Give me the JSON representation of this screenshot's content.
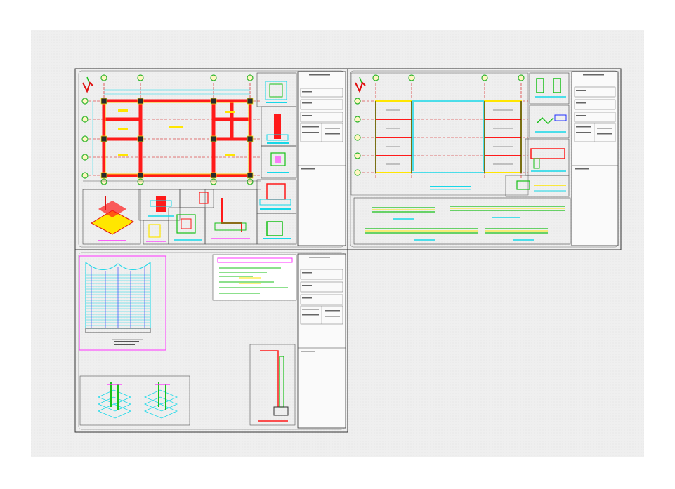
{
  "sheets": [
    {
      "id": "sheet-1",
      "title": "",
      "stamp_rows": 6
    },
    {
      "id": "sheet-2",
      "title": "",
      "stamp_rows": 6
    },
    {
      "id": "sheet-3",
      "title": "",
      "stamp_rows": 6
    }
  ],
  "colors": {
    "paper_outer": "#ececec",
    "paper_inner": "#f4f4f4",
    "frame": "#3a3a3a",
    "columns": "#ff1a1a",
    "grid_axis": "#d40000",
    "grid_bubble": "#2db52d",
    "beam_yellow": "#ffe600",
    "cyan": "#16d8e8",
    "green": "#18c018",
    "magenta": "#ff30ff",
    "blue": "#2030ff"
  },
  "icons": [
    "north-arrow-icon",
    "grid-bubble-icon"
  ]
}
